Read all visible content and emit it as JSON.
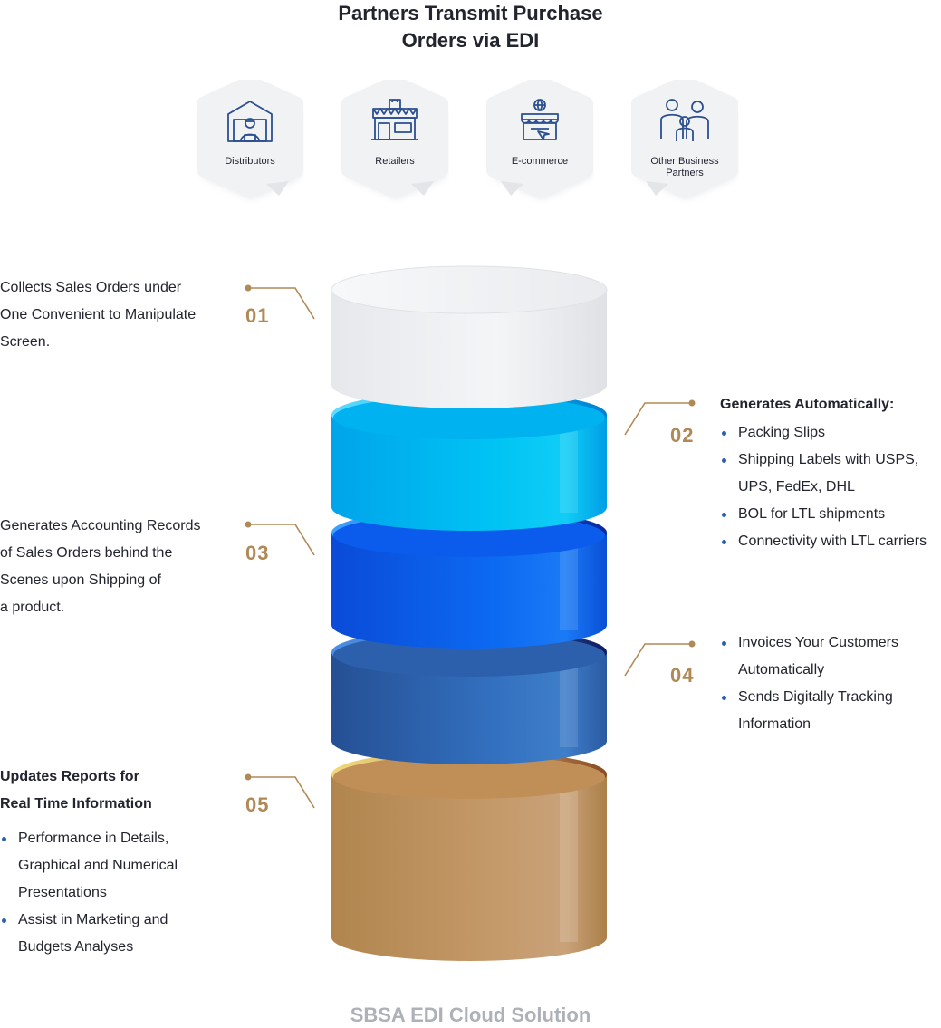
{
  "title": {
    "line1": "Partners Transmit Purchase",
    "line2": "Orders via EDI"
  },
  "partners": [
    {
      "label": "Distributors",
      "icon": "warehouse-worker-icon"
    },
    {
      "label": "Retailers",
      "icon": "storefront-icon"
    },
    {
      "label": "E-commerce",
      "icon": "online-store-icon"
    },
    {
      "label_line1": "Other Business",
      "label_line2": "Partners",
      "icon": "people-group-icon"
    }
  ],
  "steps": {
    "s1": {
      "number": "01",
      "lines": [
        "Collects Sales Orders under",
        "One Convenient to Manipulate",
        "Screen."
      ]
    },
    "s2": {
      "number": "02",
      "heading": "Generates Automatically:",
      "bullets": [
        "Packing Slips",
        "Shipping Labels with USPS,",
        "UPS, FedEx, DHL",
        "BOL for LTL shipments",
        "Connectivity with LTL carriers"
      ]
    },
    "s3": {
      "number": "03",
      "lines": [
        "Generates Accounting Records",
        "of Sales Orders behind the",
        "Scenes upon Shipping of",
        "a product."
      ]
    },
    "s4": {
      "number": "04",
      "bullets": [
        "Invoices Your Customers",
        "Automatically",
        "Sends Digitally Tracking",
        "Information"
      ]
    },
    "s5": {
      "number": "05",
      "heading_line1": "Updates Reports for",
      "heading_line2": "Real Time Information",
      "bullets": [
        "Performance in Details,",
        "Graphical and Numerical",
        "Presentations",
        "Assist in Marketing and",
        "Budgets Analyses"
      ]
    }
  },
  "colors": {
    "accent": "#b08a56",
    "bullet": "#2e5fb4",
    "layer1": "#eceef1",
    "layer2": "#00b8f0",
    "layer3": "#0a5cf0",
    "layer4": "#2d66b8",
    "layer5": "#c29461"
  },
  "footer": "SBSA EDI Cloud Solution"
}
